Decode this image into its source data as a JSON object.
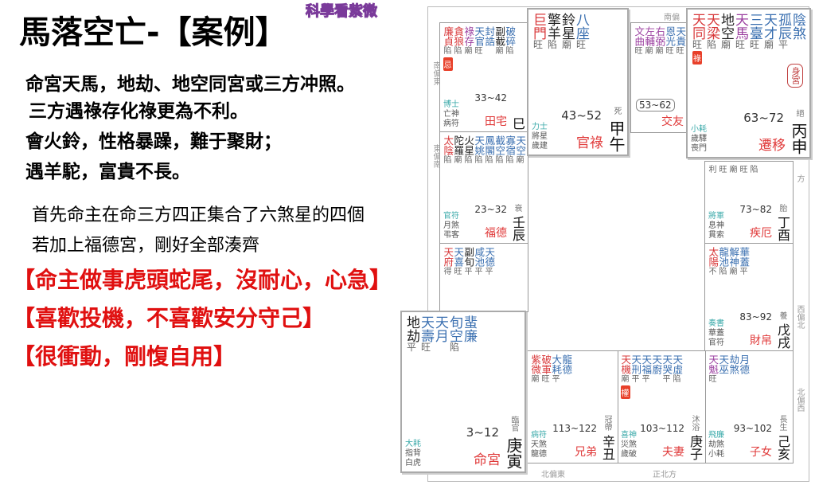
{
  "slide": {
    "title": "馬落空亡-【案例】",
    "brand": "科學看紫微",
    "lines": [
      "命宮天馬，地劫、地空同宮或三方冲照。",
      "三方遇祿存化祿更為不利。",
      "會火鈴，性格暴躁，難于聚財；",
      "遇羊駝，富貴不長。"
    ],
    "notes": [
      "首先命主在命三方四正集合了六煞星的四個",
      "若加上福德宮，剛好全部湊齊"
    ],
    "red_lines": [
      "【命主做事虎頭蛇尾，沒耐心，心急】",
      "【喜歡投機，不喜歡安分守己】",
      "【很衝動，剛愎自用】"
    ]
  },
  "colors": {
    "red": "#d8383a",
    "blue": "#3a6fb0",
    "purple": "#9b3fa0",
    "black": "#222",
    "cyan": "#3aa9a9"
  },
  "directions": {
    "top": "南偏",
    "left1": "南偏東",
    "left2": "東偏南",
    "right1": "方",
    "right2": "西偏北",
    "right3": "北偏西",
    "bottom1": "北偏東",
    "bottom2": "正北方"
  },
  "palaces": [
    {
      "id": "si",
      "name": "田宅",
      "age": "33~42",
      "gz": "巳",
      "life": "",
      "gods": [
        "博士",
        "亡神",
        "病符"
      ],
      "stars": [
        {
          "n": "廉貞",
          "s": "陷",
          "c": "red",
          "h": "忌"
        },
        {
          "n": "貪狼",
          "s": "陷",
          "c": "red"
        },
        {
          "n": "祿存",
          "s": "廟",
          "c": "purple"
        },
        {
          "n": "天官",
          "s": "旺",
          "c": "blue"
        },
        {
          "n": "封誥",
          "s": "",
          "c": "blue"
        },
        {
          "n": "副截",
          "s": "廟",
          "c": "black"
        },
        {
          "n": "破碎",
          "s": "陷",
          "c": "blue"
        }
      ]
    },
    {
      "id": "chen",
      "name": "福德",
      "age": "23~32",
      "gz": "壬辰",
      "life": "衰",
      "gods": [
        "官符",
        "月煞",
        "弔客"
      ],
      "stars": [
        {
          "n": "太陰",
          "s": "陷",
          "c": "red"
        },
        {
          "n": "陀羅",
          "s": "廟",
          "c": "black"
        },
        {
          "n": "火星",
          "s": "陷",
          "c": "black"
        },
        {
          "n": "天姚",
          "s": "陷",
          "c": "blue"
        },
        {
          "n": "鳳閣",
          "s": "陷",
          "c": "blue"
        },
        {
          "n": "截空",
          "s": "陷",
          "c": "blue"
        },
        {
          "n": "寡宿",
          "s": "陷",
          "c": "blue"
        },
        {
          "n": "天空",
          "s": "廟",
          "c": "blue"
        }
      ]
    },
    {
      "id": "mao",
      "name": "",
      "age": "",
      "gz": "",
      "life": "",
      "gods": [],
      "stars": [
        {
          "n": "天府",
          "s": "得",
          "c": "red"
        },
        {
          "n": "天喜",
          "s": "旺",
          "c": "blue"
        },
        {
          "n": "副旬",
          "s": "平",
          "c": "black"
        },
        {
          "n": "咸池",
          "s": "平",
          "c": "blue"
        },
        {
          "n": "天德",
          "s": "平",
          "c": "blue"
        }
      ]
    },
    {
      "id": "wei",
      "name": "交友",
      "age": "53~62",
      "gz": "",
      "life": "",
      "gods": [],
      "stars": [
        {
          "n": "文曲",
          "s": "旺",
          "c": "purple"
        },
        {
          "n": "左輔",
          "s": "廟",
          "c": "purple"
        },
        {
          "n": "右弼",
          "s": "廟",
          "c": "purple"
        },
        {
          "n": "恩光",
          "s": "旺",
          "c": "blue"
        },
        {
          "n": "天貴",
          "s": "旺",
          "c": "blue"
        }
      ]
    },
    {
      "id": "you",
      "name": "疾厄",
      "age": "73~82",
      "gz": "丁酉",
      "life": "胎",
      "gods": [
        "將軍",
        "息神",
        "貫索"
      ],
      "stars": [
        {
          "n": "",
          "s": "利",
          "c": "black"
        },
        {
          "n": "",
          "s": "旺",
          "c": "black"
        },
        {
          "n": "",
          "s": "廟",
          "c": "black"
        },
        {
          "n": "",
          "s": "旺",
          "c": "black"
        },
        {
          "n": "",
          "s": "陷",
          "c": "black"
        }
      ]
    },
    {
      "id": "xu",
      "name": "財帛",
      "age": "83~92",
      "gz": "戊戌",
      "life": "養",
      "gods": [
        "奏書",
        "華蓋",
        "官符"
      ],
      "stars": [
        {
          "n": "太陽",
          "s": "不",
          "c": "red"
        },
        {
          "n": "龍池",
          "s": "陷",
          "c": "blue"
        },
        {
          "n": "解神",
          "s": "廟",
          "c": "blue"
        },
        {
          "n": "華蓋",
          "s": "平",
          "c": "blue"
        }
      ]
    },
    {
      "id": "hai",
      "name": "子女",
      "age": "93~102",
      "gz": "己亥",
      "life": "長生",
      "gods": [
        "飛廉",
        "劫煞",
        "小耗"
      ],
      "stars": [
        {
          "n": "天魁",
          "s": "旺",
          "c": "purple"
        },
        {
          "n": "天巫",
          "s": "",
          "c": "blue"
        },
        {
          "n": "劫煞",
          "s": "",
          "c": "blue"
        },
        {
          "n": "月德",
          "s": "",
          "c": "blue"
        }
      ]
    },
    {
      "id": "zi",
      "name": "夫妻",
      "age": "103~112",
      "gz": "庚子",
      "life": "沐浴",
      "gods": [
        "喜神",
        "災煞",
        "歲破"
      ],
      "stars": [
        {
          "n": "天機",
          "s": "廟",
          "c": "red",
          "h": "權"
        },
        {
          "n": "天刑",
          "s": "平",
          "c": "blue"
        },
        {
          "n": "天福",
          "s": "平",
          "c": "blue"
        },
        {
          "n": "天廚",
          "s": "",
          "c": "blue"
        },
        {
          "n": "天哭",
          "s": "平",
          "c": "blue"
        },
        {
          "n": "天虛",
          "s": "陷",
          "c": "blue"
        }
      ]
    },
    {
      "id": "chou",
      "name": "兄弟",
      "age": "113~122",
      "gz": "辛丑",
      "life": "冠帶",
      "gods": [
        "病符",
        "天煞",
        "龍德"
      ],
      "stars": [
        {
          "n": "紫微",
          "s": "廟",
          "c": "red"
        },
        {
          "n": "破軍",
          "s": "旺",
          "c": "red"
        },
        {
          "n": "大耗",
          "s": "平",
          "c": "blue"
        },
        {
          "n": "龍德",
          "s": "",
          "c": "blue"
        }
      ]
    },
    {
      "id": "wu",
      "name": "官祿",
      "age": "43~52",
      "gz": "甲午",
      "life": "死",
      "gods": [
        "力士",
        "將星",
        "歲建"
      ],
      "stars": [
        {
          "n": "巨門",
          "s": "旺",
          "c": "red"
        },
        {
          "n": "擎羊",
          "s": "陷",
          "c": "black"
        },
        {
          "n": "鈴星",
          "s": "廟",
          "c": "black"
        },
        {
          "n": "八座",
          "s": "旺",
          "c": "blue"
        }
      ]
    },
    {
      "id": "shen",
      "name": "遷移",
      "age": "63~72",
      "gz": "丙申",
      "life": "絕",
      "gods": [
        "小耗",
        "歲驛",
        "喪門"
      ],
      "badge": "身宮",
      "stars": [
        {
          "n": "天同",
          "s": "旺",
          "c": "red",
          "h": "祿"
        },
        {
          "n": "天梁",
          "s": "陷",
          "c": "red"
        },
        {
          "n": "地空",
          "s": "廟",
          "c": "black"
        },
        {
          "n": "天馬",
          "s": "旺",
          "c": "purple"
        },
        {
          "n": "三臺",
          "s": "旺",
          "c": "blue"
        },
        {
          "n": "天才",
          "s": "廟",
          "c": "blue"
        },
        {
          "n": "孤辰",
          "s": "平",
          "c": "blue"
        },
        {
          "n": "陰煞",
          "s": "",
          "c": "blue"
        }
      ]
    },
    {
      "id": "yin",
      "name": "命宮",
      "age": "3~12",
      "gz": "庚寅",
      "life": "臨官",
      "gods": [
        "大耗",
        "指背",
        "白虎"
      ],
      "stars": [
        {
          "n": "地劫",
          "s": "平",
          "c": "black"
        },
        {
          "n": "天壽",
          "s": "旺",
          "c": "blue"
        },
        {
          "n": "天月",
          "s": "",
          "c": "blue"
        },
        {
          "n": "旬空",
          "s": "陷",
          "c": "blue"
        },
        {
          "n": "蜚廉",
          "s": "",
          "c": "blue"
        }
      ]
    }
  ]
}
